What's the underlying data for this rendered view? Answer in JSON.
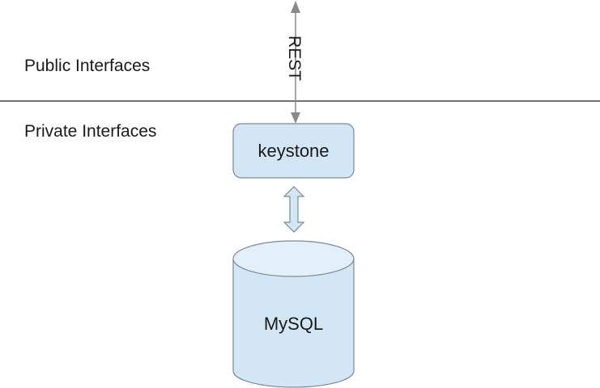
{
  "zones": {
    "public": {
      "label": "Public Interfaces"
    },
    "private": {
      "label": "Private Interfaces"
    }
  },
  "nodes": {
    "keystone": {
      "label": "keystone",
      "shape": "rounded-rectangle",
      "fill": "#d2e6f5",
      "stroke": "#7a8a96"
    },
    "mysql": {
      "label": "MySQL",
      "shape": "cylinder",
      "fill": "#d2e6f5",
      "top_fill": "#e4f0f9",
      "stroke": "#7a8a96"
    }
  },
  "edges": {
    "rest": {
      "label": "REST",
      "direction": "bidirectional",
      "style": "thin-arrow",
      "color": "#8a8a8a"
    },
    "keystone_mysql": {
      "label": "",
      "direction": "bidirectional",
      "style": "block-arrow",
      "fill": "#d2e6f5"
    }
  },
  "colors": {
    "divider": "#1a1a1a",
    "text": "#1a1a1a"
  }
}
